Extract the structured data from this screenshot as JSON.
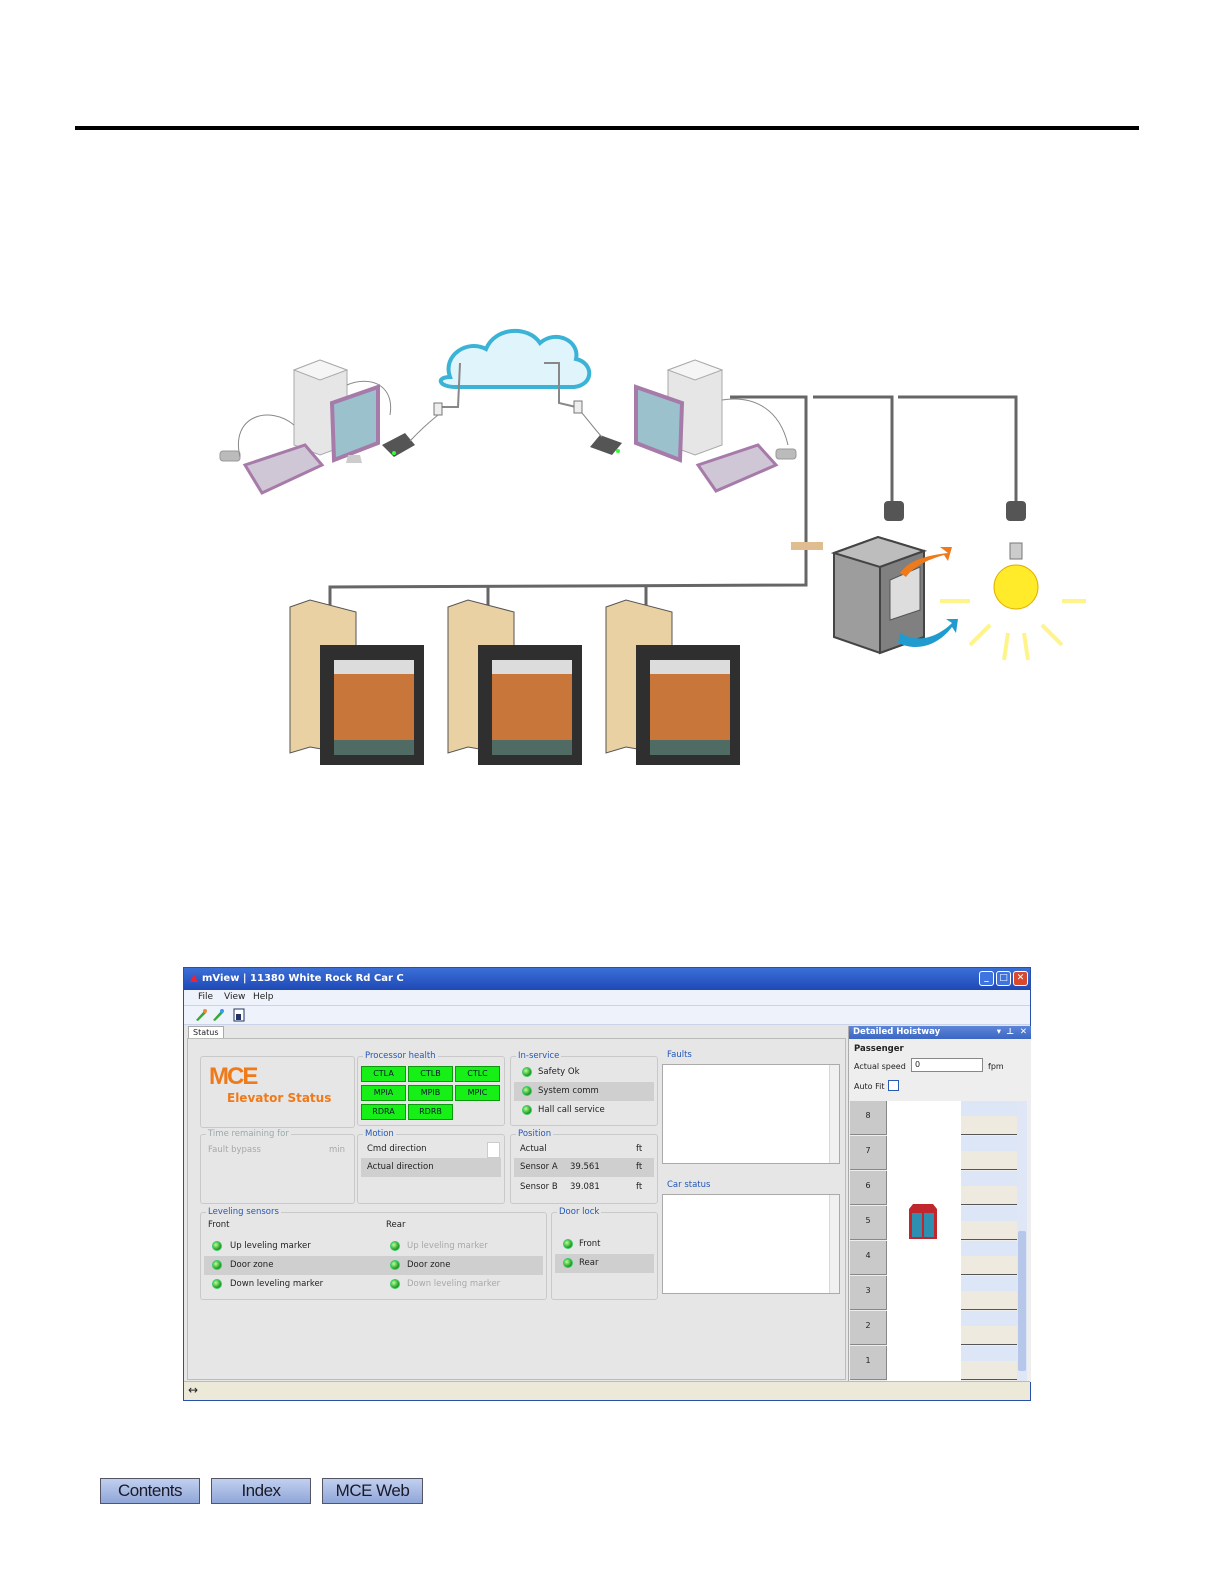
{
  "window": {
    "title": "mView  |  11380 White Rock Rd Car C",
    "menu": [
      "File",
      "View",
      "Help"
    ],
    "tab": "Status"
  },
  "status": {
    "logo_text": "MCE",
    "logo_subtitle": "Elevator Status",
    "processor_health": {
      "title": "Processor health",
      "boards": [
        "CTLA",
        "CTLB",
        "CTLC",
        "MPIA",
        "MPIB",
        "MPIC",
        "RDRA",
        "RDRB"
      ]
    },
    "in_service": {
      "title": "In-service",
      "items": [
        "Safety Ok",
        "System comm",
        "Hall call service"
      ]
    },
    "faults": {
      "title": "Faults"
    },
    "car_status": {
      "title": "Car status"
    },
    "time_remaining": {
      "title": "Time remaining for",
      "label": "Fault bypass",
      "unit": "min"
    },
    "motion": {
      "title": "Motion",
      "cmd": "Cmd direction",
      "actual": "Actual direction"
    },
    "position": {
      "title": "Position",
      "rows": [
        {
          "label": "Actual",
          "value": "",
          "unit": "ft"
        },
        {
          "label": "Sensor A",
          "value": "39.561",
          "unit": "ft"
        },
        {
          "label": "Sensor B",
          "value": "39.081",
          "unit": "ft"
        }
      ]
    },
    "leveling": {
      "title": "Leveling sensors",
      "front_label": "Front",
      "rear_label": "Rear",
      "front": [
        "Up leveling marker",
        "Door zone",
        "Down leveling marker"
      ],
      "rear": [
        "Up leveling marker",
        "Door zone",
        "Down leveling marker"
      ]
    },
    "door_lock": {
      "title": "Door lock",
      "items": [
        "Front",
        "Rear"
      ]
    }
  },
  "hoistway": {
    "title": "Detailed Hoistway",
    "mode": "Passenger",
    "speed_label": "Actual speed",
    "speed_value": "0",
    "speed_unit": "fpm",
    "autofit_label": "Auto Fit",
    "floors": [
      "8",
      "7",
      "6",
      "5",
      "4",
      "3",
      "2",
      "1"
    ],
    "car_floor": "5"
  },
  "nav": {
    "contents": "Contents",
    "index": "Index",
    "web": "MCE Web"
  },
  "colors": {
    "ok_green": "#17f017",
    "titlebar": "#1f49b6",
    "mce_orange": "#ef7a1a"
  }
}
